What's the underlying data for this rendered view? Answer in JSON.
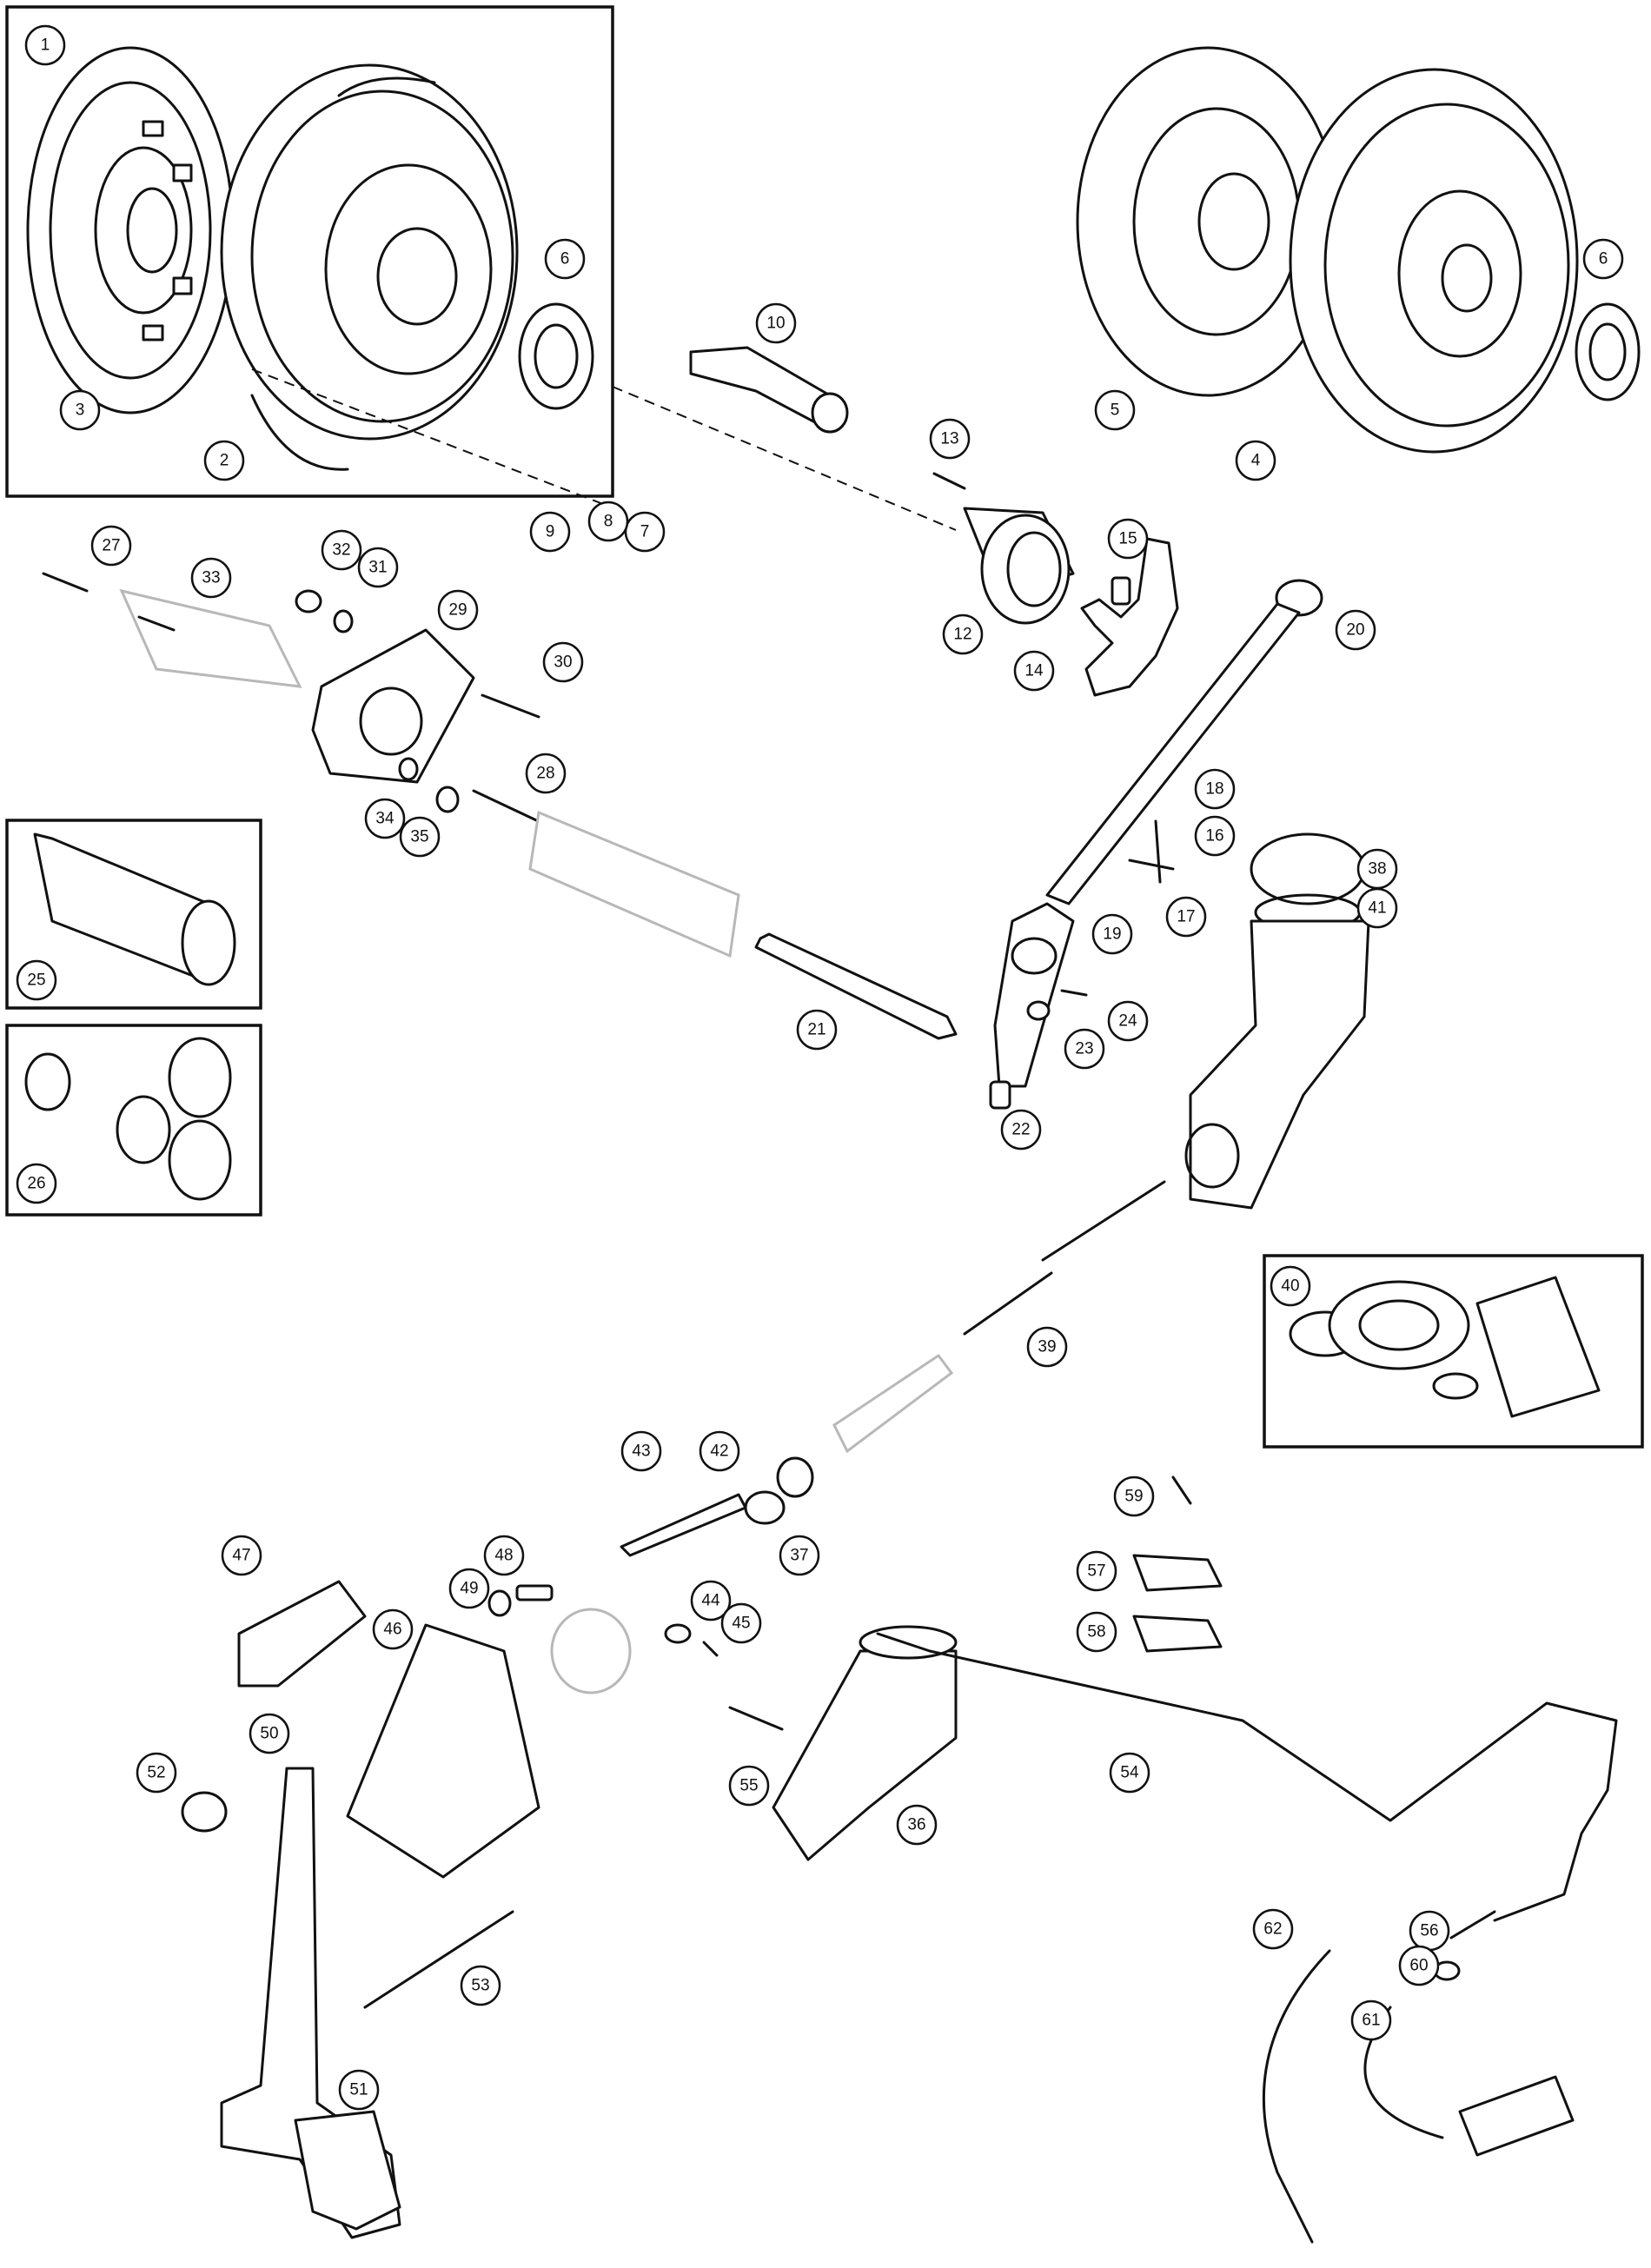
{
  "callouts": [
    "1",
    "2",
    "3",
    "4",
    "5",
    "6",
    "6",
    "7",
    "8",
    "9",
    "10",
    "12",
    "13",
    "14",
    "15",
    "16",
    "17",
    "18",
    "19",
    "20",
    "21",
    "22",
    "23",
    "24",
    "25",
    "26",
    "27",
    "28",
    "29",
    "30",
    "31",
    "32",
    "33",
    "34",
    "35",
    "36",
    "37",
    "38",
    "39",
    "40",
    "41",
    "42",
    "43",
    "44",
    "45",
    "46",
    "47",
    "48",
    "49",
    "50",
    "51",
    "52",
    "53",
    "54",
    "55",
    "56",
    "57",
    "58",
    "59",
    "60",
    "61",
    "62"
  ]
}
